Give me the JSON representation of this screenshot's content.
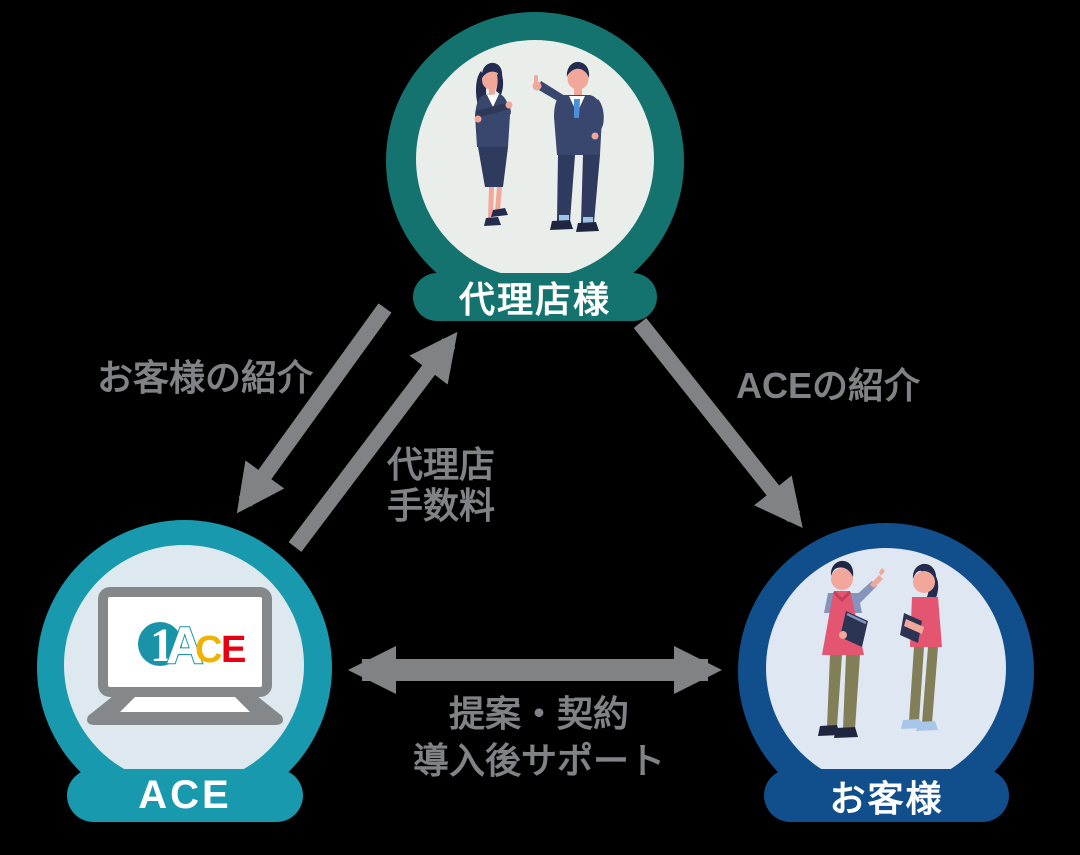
{
  "nodes": {
    "agency": {
      "label": "代理店様",
      "color": "#15736f",
      "inner_color": "#e9eeea"
    },
    "ace": {
      "label": "ACE",
      "color": "#1899ad",
      "inner_color": "#dde9ee"
    },
    "customer": {
      "label": "お客様",
      "color": "#114f8c",
      "inner_color": "#dfe7f2"
    }
  },
  "edges": {
    "customer_referral": {
      "label": "お客様の紹介",
      "from": "agency",
      "to": "ace"
    },
    "agency_fee": {
      "lines": [
        "代理店",
        "手数料"
      ],
      "from": "ace",
      "to": "agency"
    },
    "ace_referral": {
      "label": "ACEの紹介",
      "from": "agency",
      "to": "customer"
    },
    "proposal_support": {
      "lines": [
        "提案・契約",
        "導入後サポート"
      ],
      "between": [
        "ace",
        "customer"
      ]
    }
  },
  "logo": {
    "one": "1",
    "a": "A",
    "c": "C",
    "e": "E",
    "circle_color": "#1a93a8",
    "c_color": "#f0b400",
    "e_color": "#e60012"
  },
  "colors": {
    "arrow_gray": "#808285",
    "label_gray": "#808285",
    "background": "#000000"
  }
}
